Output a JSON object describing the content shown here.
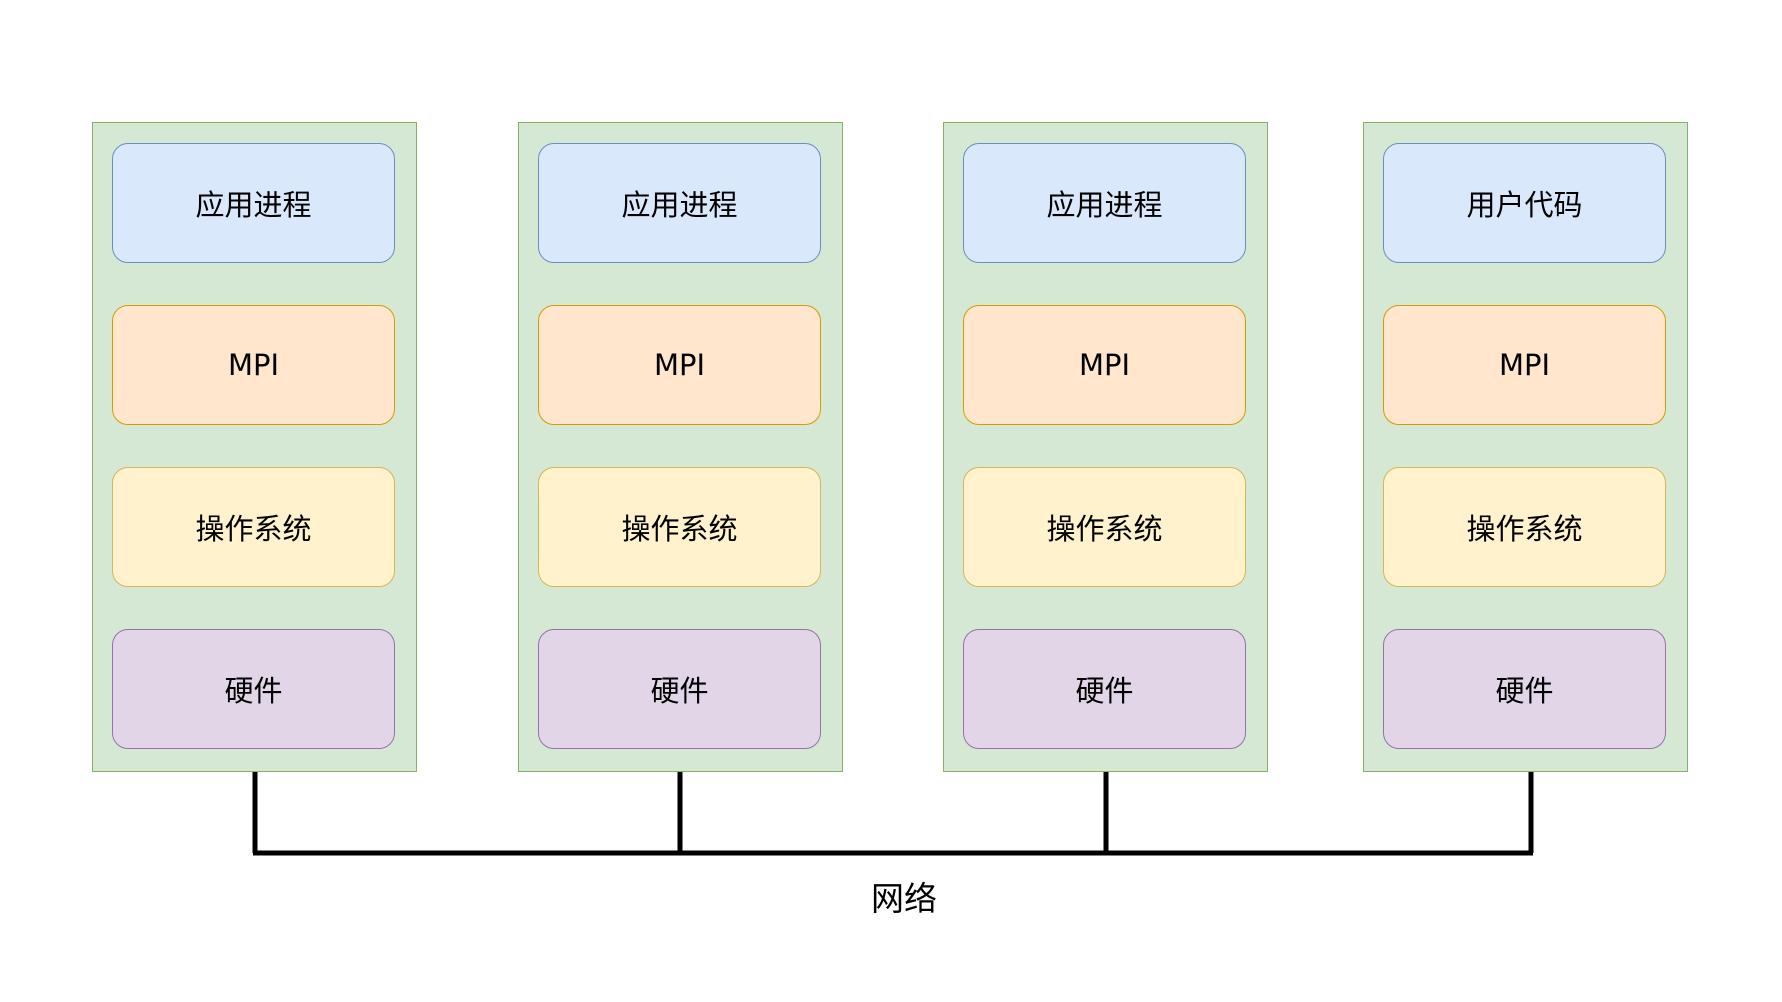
{
  "nodes": [
    {
      "layers": [
        "应用进程",
        "MPI",
        "操作系统",
        "硬件"
      ]
    },
    {
      "layers": [
        "应用进程",
        "MPI",
        "操作系统",
        "硬件"
      ]
    },
    {
      "layers": [
        "应用进程",
        "MPI",
        "操作系统",
        "硬件"
      ]
    },
    {
      "layers": [
        "用户代码",
        "MPI",
        "操作系统",
        "硬件"
      ]
    }
  ],
  "network": {
    "label": "网络"
  }
}
